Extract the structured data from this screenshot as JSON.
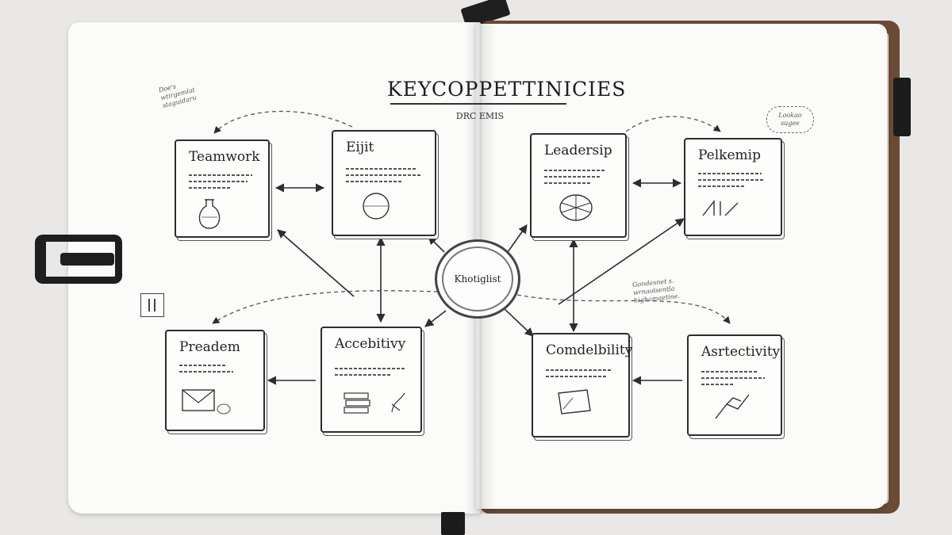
{
  "diagram": {
    "title": "KEYCOPPETTINICIES",
    "subtitle": "DRC EMIS",
    "hub_label": "Khotiglist",
    "cards": [
      {
        "id": "teamwork",
        "title": "Teamwork"
      },
      {
        "id": "eijit",
        "title": "Eijit"
      },
      {
        "id": "leadership",
        "title": "Leadersip"
      },
      {
        "id": "pelkemip",
        "title": "Pelkemip"
      },
      {
        "id": "preadem",
        "title": "Preadem"
      },
      {
        "id": "accebitivy",
        "title": "Accebitivy"
      },
      {
        "id": "comdelbilty",
        "title": "Comdelbility"
      },
      {
        "id": "astectivity",
        "title": "Asrtectivity"
      }
    ],
    "notes": {
      "top_left": "Doe's\nwtirgemlat\nstaguidaru",
      "top_right": "Lookao\nsugee",
      "mid_right": "Gondesnet s.\nwrnaolsentla\nhighomaetine."
    }
  },
  "colors": {
    "ink": "#2d2d2d",
    "paper": "#fbfbfa",
    "cover": "#6b4a36",
    "background": "#e9e8e7"
  }
}
